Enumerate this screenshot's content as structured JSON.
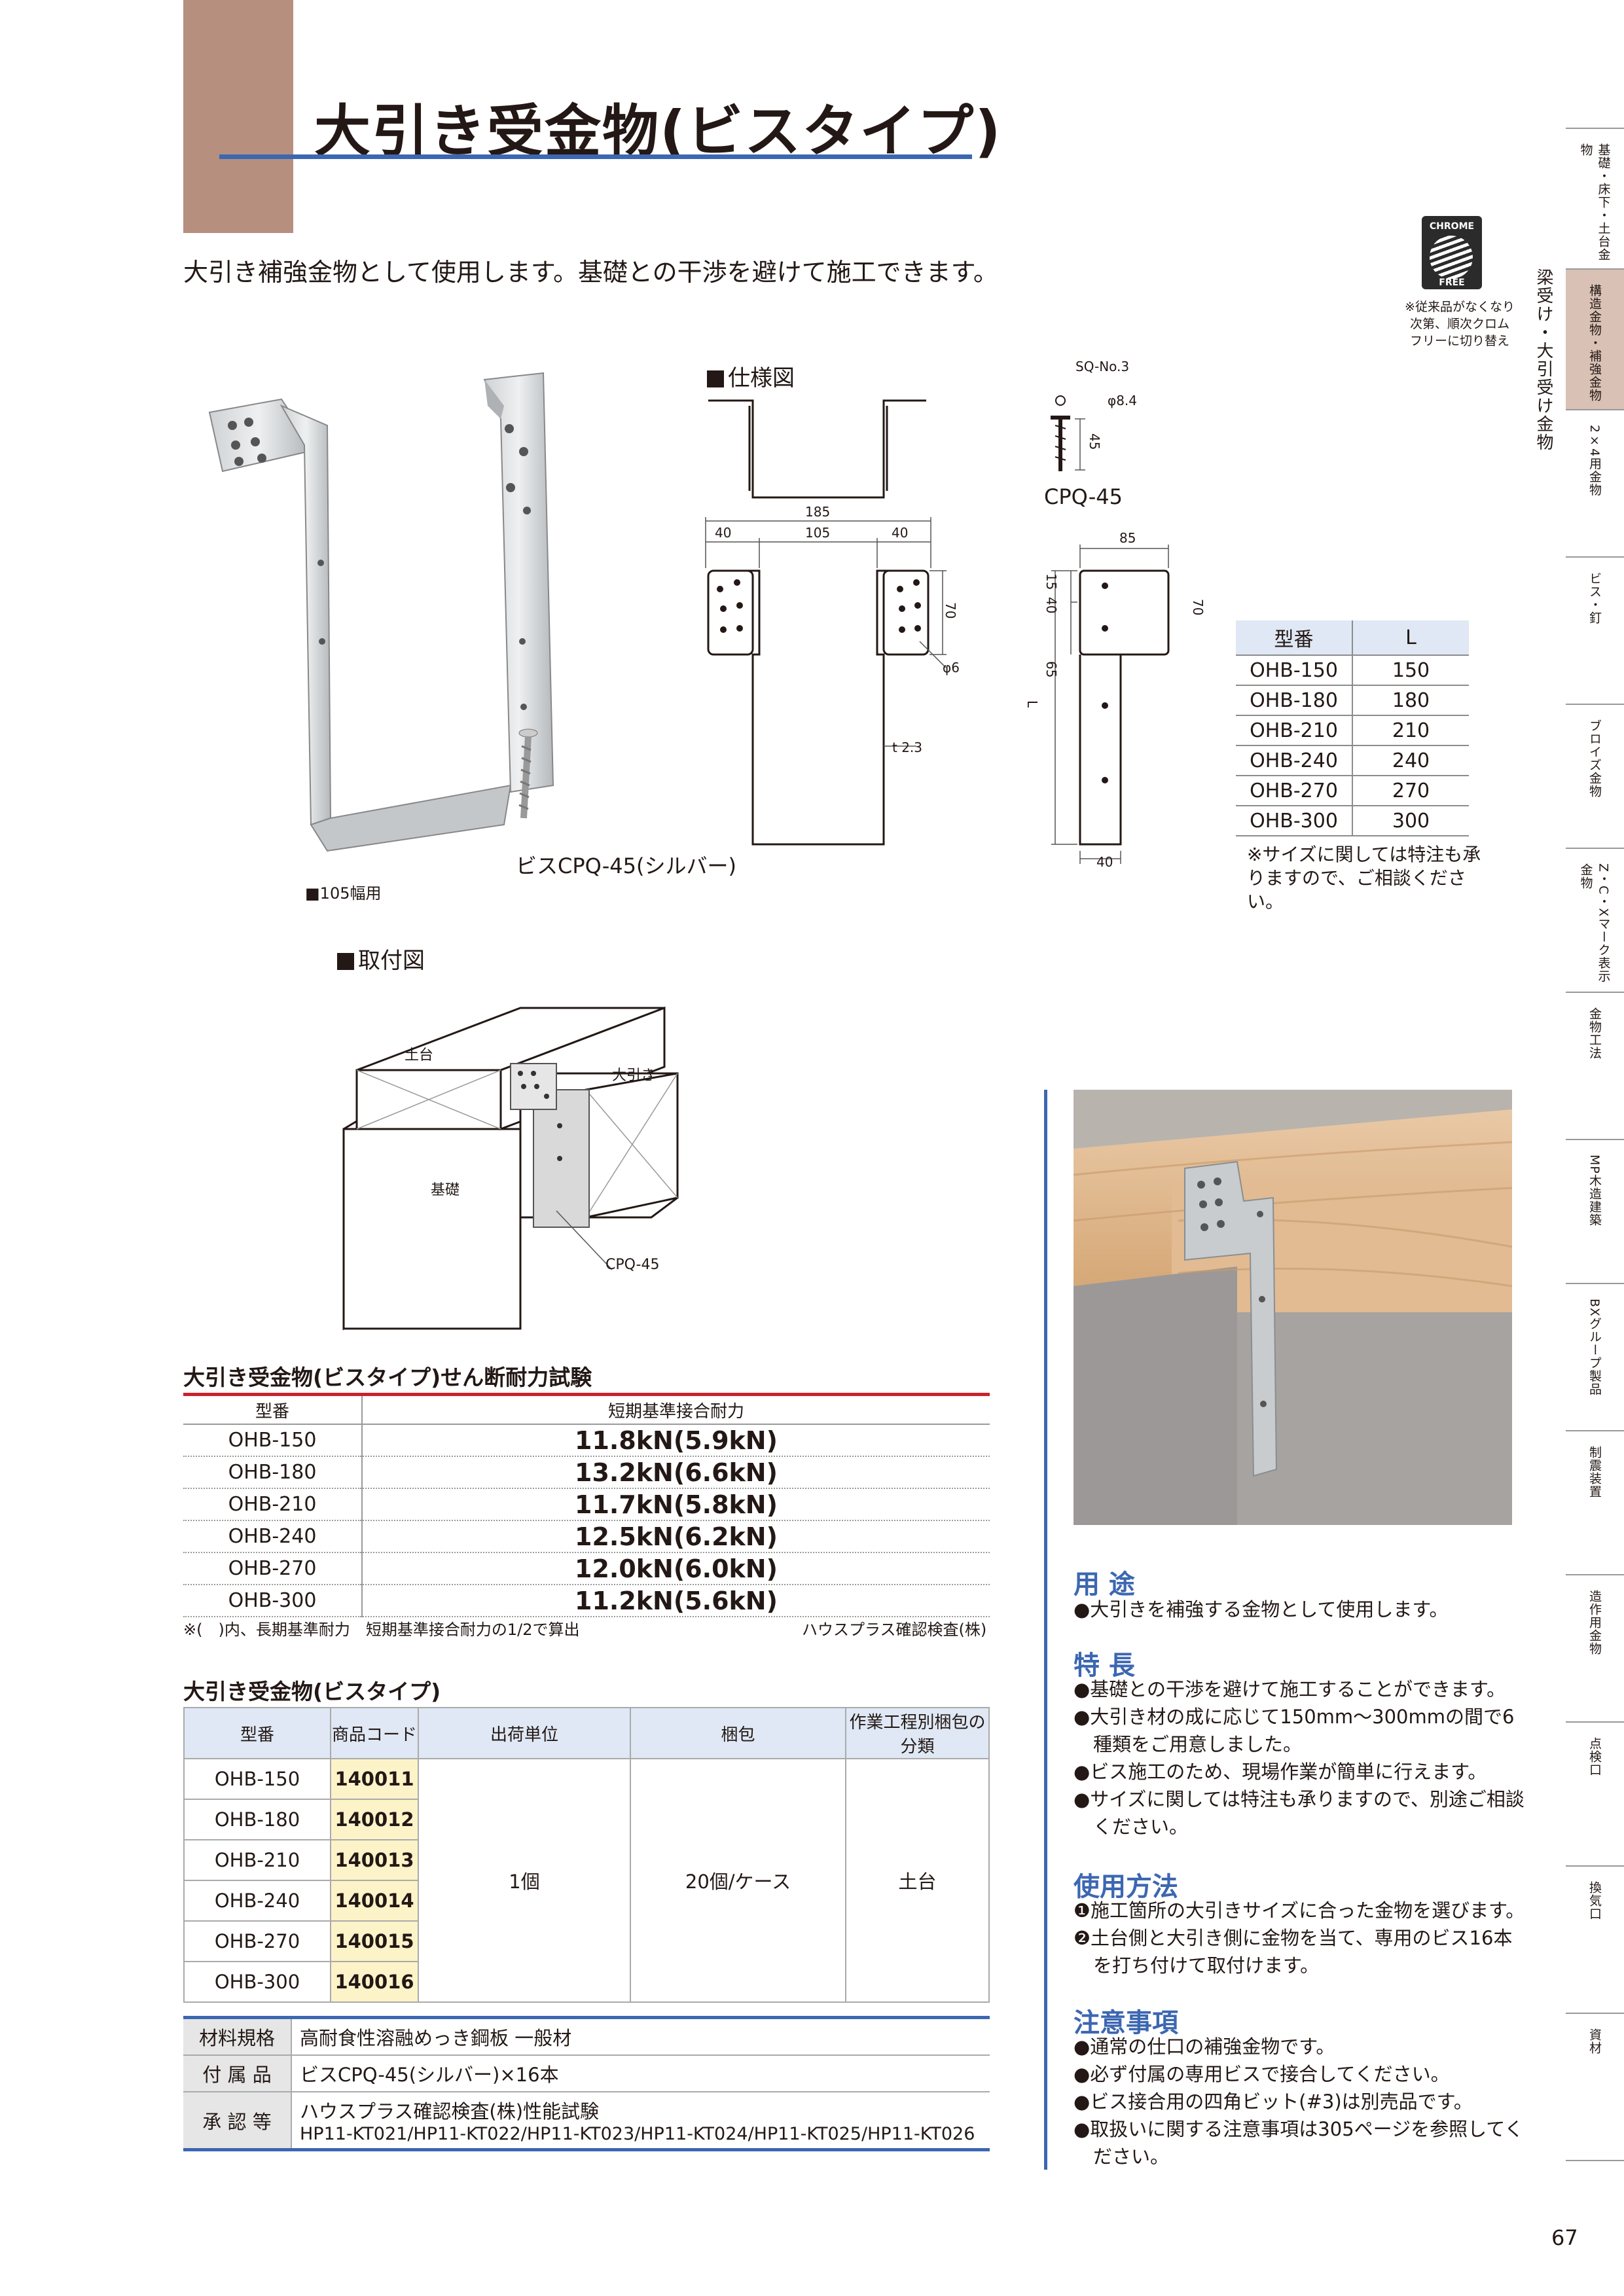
{
  "header": {
    "title": "大引き受金物(ビスタイプ)",
    "lead": "大引き補強金物として使用します。基礎との干渉を避けて施工できます。",
    "badge_top": "CHROME",
    "badge_bottom": "FREE",
    "badge_note": [
      "※従来品がなくなり",
      "次第、順次クロム",
      "フリーに切り替え"
    ]
  },
  "side_index": {
    "current_category": "梁受け・大引受け金物",
    "tabs": [
      {
        "label": "基礎・床下・土台金物",
        "active": false
      },
      {
        "label": "構造金物・補強金物",
        "active": true
      },
      {
        "label": "2×4用金物",
        "active": false
      },
      {
        "label": "ビス・釘",
        "active": false
      },
      {
        "label": "ブロイズ金物",
        "active": false
      },
      {
        "label": "Z・C・Xマーク表示金物",
        "active": false
      },
      {
        "label": "金物工法",
        "active": false
      },
      {
        "label": "MP木造建築",
        "active": false
      },
      {
        "label": "BXグループ製品",
        "active": false
      },
      {
        "label": "制震装置",
        "active": false
      },
      {
        "label": "造作用金物",
        "active": false
      },
      {
        "label": "点検口",
        "active": false
      },
      {
        "label": "換気口",
        "active": false
      },
      {
        "label": "資材",
        "active": false
      }
    ]
  },
  "product_photo": {
    "screw_caption": "ビスCPQ-45(シルバー)",
    "width_caption": "■105幅用"
  },
  "spec_drawing": {
    "heading": "仕様図",
    "dims": {
      "total": "185",
      "left": "40",
      "mid": "105",
      "right": "40",
      "height": "70",
      "hole": "φ6",
      "thickness": "t 2.3",
      "side_width": "85",
      "side_h1": "40",
      "side_h2": "15",
      "side_h3": "65",
      "side_height": "70",
      "side_L": "L",
      "side_bottom": "40"
    },
    "screw": {
      "name": "CPQ-45",
      "bit": "SQ-No.3",
      "dia": "φ8.4",
      "len": "45"
    }
  },
  "size_table": {
    "headers": [
      "型番",
      "L"
    ],
    "rows": [
      [
        "OHB-150",
        "150"
      ],
      [
        "OHB-180",
        "180"
      ],
      [
        "OHB-210",
        "210"
      ],
      [
        "OHB-240",
        "240"
      ],
      [
        "OHB-270",
        "270"
      ],
      [
        "OHB-300",
        "300"
      ]
    ],
    "note": "※サイズに関しては特注も承りますので、ご相談ください。"
  },
  "install_drawing": {
    "heading": "取付図",
    "labels": {
      "sill": "土台",
      "beam": "大引き",
      "foundation": "基礎",
      "screw": "CPQ-45"
    }
  },
  "shear_test": {
    "title": "大引き受金物(ビスタイプ)せん断耐力試験",
    "headers": [
      "型番",
      "短期基準接合耐力"
    ],
    "rows": [
      [
        "OHB-150",
        "11.8kN(5.9kN)"
      ],
      [
        "OHB-180",
        "13.2kN(6.6kN)"
      ],
      [
        "OHB-210",
        "11.7kN(5.8kN)"
      ],
      [
        "OHB-240",
        "12.5kN(6.2kN)"
      ],
      [
        "OHB-270",
        "12.0kN(6.0kN)"
      ],
      [
        "OHB-300",
        "11.2kN(5.6kN)"
      ]
    ],
    "note": "※(　)内、長期基準耐力　短期基準接合耐力の1/2で算出",
    "org": "ハウスプラス確認検査(株)"
  },
  "product_table": {
    "title": "大引き受金物(ビスタイプ)",
    "headers": [
      "型番",
      "商品コード",
      "出荷単位",
      "梱包",
      "作業工程別梱包の分類"
    ],
    "rows": [
      [
        "OHB-150",
        "140011"
      ],
      [
        "OHB-180",
        "140012"
      ],
      [
        "OHB-210",
        "140013"
      ],
      [
        "OHB-240",
        "140014"
      ],
      [
        "OHB-270",
        "140015"
      ],
      [
        "OHB-300",
        "140016"
      ]
    ],
    "unit": "1個",
    "pack": "20個/ケース",
    "class": "土台"
  },
  "materials": [
    {
      "key": "材料規格",
      "val": "高耐食性溶融めっき鋼板 一般材"
    },
    {
      "key": "付 属 品",
      "val": "ビスCPQ-45(シルバー)×16本"
    },
    {
      "key": "承 認 等",
      "val": "ハウスプラス確認検査(株)性能試験",
      "val2": "HP11-KT021/HP11-KT022/HP11-KT023/HP11-KT024/HP11-KT025/HP11-KT026"
    }
  ],
  "usage": {
    "title": "用 途",
    "items": [
      "●大引きを補強する金物として使用します。"
    ]
  },
  "features": {
    "title": "特 長",
    "items": [
      "●基礎との干渉を避けて施工することができます。",
      "●大引き材の成に応じて150mm〜300mmの間で6種類をご用意しました。",
      "●ビス施工のため、現場作業が簡単に行えます。",
      "●サイズに関しては特注も承りますので、別途ご相談ください。"
    ]
  },
  "howto": {
    "title": "使用方法",
    "items": [
      "❶施工箇所の大引きサイズに合った金物を選びます。",
      "❷土台側と大引き側に金物を当て、専用のビス16本を打ち付けて取付けます。"
    ]
  },
  "cautions": {
    "title": "注意事項",
    "items": [
      "●通常の仕口の補強金物です。",
      "●必ず付属の専用ビスで接合してください。",
      "●ビス接合用の四角ビット(#3)は別売品です。",
      "●取扱いに関する注意事項は305ページを参照してください。"
    ]
  },
  "page_number": "67",
  "colors": {
    "accent": "#3c67b1",
    "brown": "#b68f7f",
    "red": "#c9222c",
    "code_bg": "#fdf3c8",
    "header_bg": "#dfe8f4"
  }
}
